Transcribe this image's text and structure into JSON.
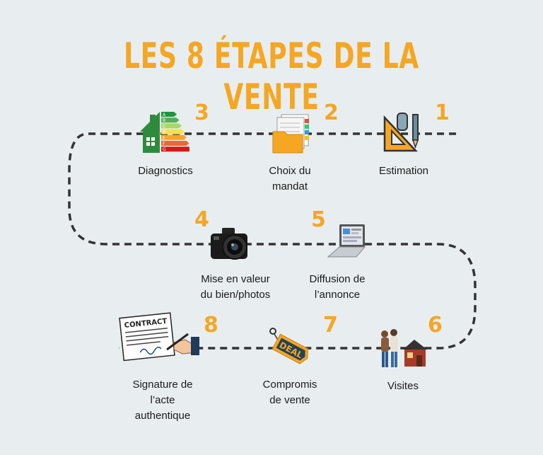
{
  "title": "LES 8 ÉTAPES DE LA VENTE",
  "colors": {
    "accent": "#f5a623",
    "path": "#333333",
    "background": "#e8eef0"
  },
  "steps": [
    {
      "number": "1",
      "label": "Estimation",
      "icon": "ruler-compass-icon"
    },
    {
      "number": "2",
      "label": "Choix du\nmandat",
      "icon": "documents-folder-icon"
    },
    {
      "number": "3",
      "label": "Diagnostics",
      "icon": "energy-rating-house-icon"
    },
    {
      "number": "4",
      "label": "Mise en valeur\ndu bien/photos",
      "icon": "camera-icon"
    },
    {
      "number": "5",
      "label": "Diffusion de\nl’annonce",
      "icon": "laptop-icon"
    },
    {
      "number": "6",
      "label": "Visites",
      "icon": "visitors-house-icon"
    },
    {
      "number": "7",
      "label": "Compromis\nde vente",
      "icon": "deal-tag-icon"
    },
    {
      "number": "8",
      "label": "Signature de\nl’acte\nauthentique",
      "icon": "contract-signature-icon"
    }
  ],
  "energy_letters": [
    "A",
    "B",
    "C",
    "D",
    "E",
    "F",
    "G"
  ],
  "contract_word": "CONTRACT",
  "deal_word": "DEAL"
}
